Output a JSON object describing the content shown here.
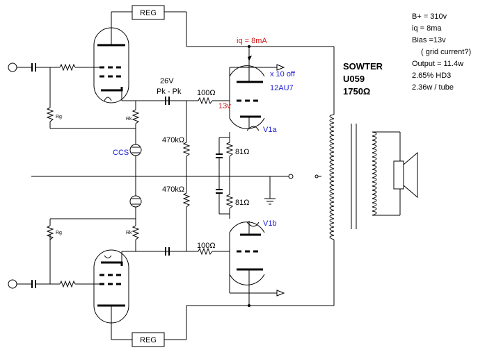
{
  "labels": {
    "reg_top": "REG",
    "reg_bottom": "REG",
    "iq": "iq = 8mA",
    "v26": "26V",
    "pkpk": "Pk - Pk",
    "r100_top": "100Ω",
    "r100_bottom": "100Ω",
    "v13": "13v",
    "x10": "x 10 off",
    "tube_type": "12AU7",
    "v1a": "V1a",
    "v1b": "V1b",
    "r470_top": "470kΩ",
    "r470_bottom": "470kΩ",
    "r81_top": "81Ω",
    "r81_bottom": "81Ω",
    "ccs": "CCS",
    "rg_top": "Rg",
    "rk_top": "Rk",
    "rg_bottom": "Rg",
    "rk_bottom": "Rk"
  },
  "transformer": {
    "brand": "SOWTER",
    "model": "U059",
    "impedance": "1750Ω"
  },
  "notes": [
    "B+ = 310v",
    "iq = 8ma",
    "Bias =13v",
    "( grid current?)",
    "Output = 11.4w",
    "2.65% HD3",
    "2.36w / tube"
  ],
  "colors": {
    "accent_blue": "#1a1ad6",
    "accent_red": "#d01818"
  }
}
